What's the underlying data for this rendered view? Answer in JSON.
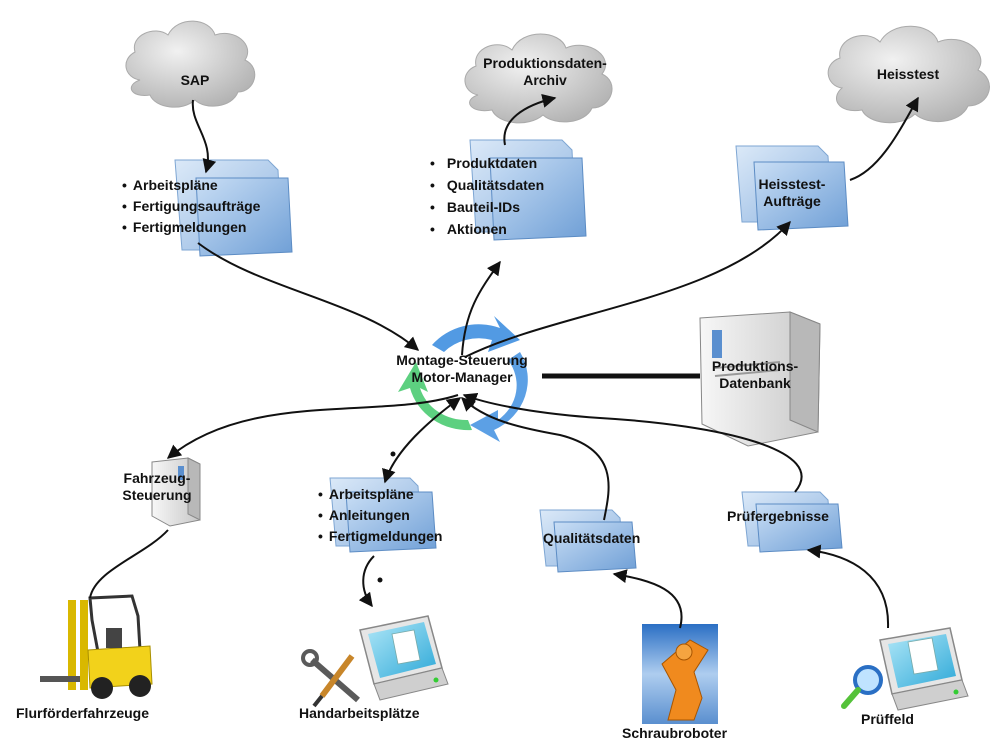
{
  "nodes": {
    "sap": "SAP",
    "archiv_line1": "Produktionsdaten-",
    "archiv_line2": "Archiv",
    "heisstest": "Heisstest",
    "heisstest_auftraege_line1": "Heisstest-",
    "heisstest_auftraege_line2": "Aufträge",
    "center_line1": "Montage-Steuerung",
    "center_line2": "Motor-Manager",
    "datenbank_line1": "Produktions-",
    "datenbank_line2": "Datenbank",
    "fahrzeug_line1": "Fahrzeug-",
    "fahrzeug_line2": "Steuerung",
    "qualitaetsdaten": "Qualitätsdaten",
    "pruefergebnisse": "Prüfergebnisse",
    "flurfoerder": "Flurförderfahrzeuge",
    "handarbeit": "Handarbeitsplätze",
    "schraub": "Schraubroboter",
    "prueffeld": "Prüffeld"
  },
  "sap_folder_items": [
    "Arbeitspläne",
    "Fertigungsaufträge",
    "Fertigmeldungen"
  ],
  "archiv_folder_items": [
    "Produktdaten",
    "Qualitätsdaten",
    "Bauteil-IDs",
    "Aktionen"
  ],
  "hand_folder_items": [
    "Arbeitspläne",
    "Anleitungen",
    "Fertigmeldungen"
  ],
  "icons": {
    "cloud": "cloud-icon",
    "folder": "folder-icon",
    "server": "server-icon",
    "forklift": "forklift-icon",
    "monitor": "monitor-document-icon",
    "tools": "wrench-screwdriver-icon",
    "robot": "robot-arm-icon",
    "magnifier": "magnifier-icon",
    "cycle": "cycle-arrows-icon"
  },
  "colors": {
    "cloud": "#d4d4d4",
    "folder_front": "#8fb7e3",
    "folder_back": "#c4dbf3",
    "cycle_blue": "#3f8fe0",
    "cycle_green": "#41c86a",
    "forklift": "#f2d21b",
    "screen": "#5cc6ea",
    "robot_orange": "#f08a1e"
  }
}
